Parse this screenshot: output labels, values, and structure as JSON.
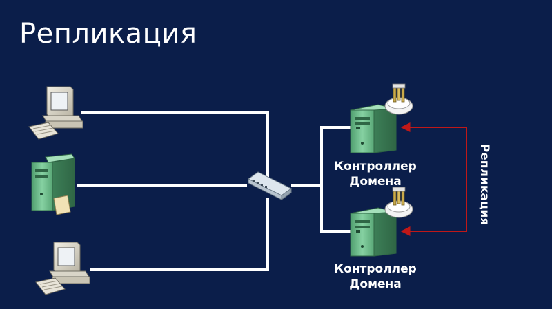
{
  "slide": {
    "title": "Репликация"
  },
  "diagram": {
    "controller_top_label_line1": "Контроллер",
    "controller_top_label_line2": "Домена",
    "controller_bottom_label_line1": "Контроллер",
    "controller_bottom_label_line2": "Домена",
    "replication_label": "Репликация",
    "icons": [
      "workstation-icon",
      "file-server-icon",
      "workstation-icon",
      "network-switch-icon",
      "domain-controller-icon",
      "domain-controller-icon",
      "certificate-icon"
    ],
    "colors": {
      "background": "#0b1e4a",
      "connector": "#ffffff",
      "replication_arrow": "#c01818",
      "server_green": "#7cc79a"
    }
  }
}
